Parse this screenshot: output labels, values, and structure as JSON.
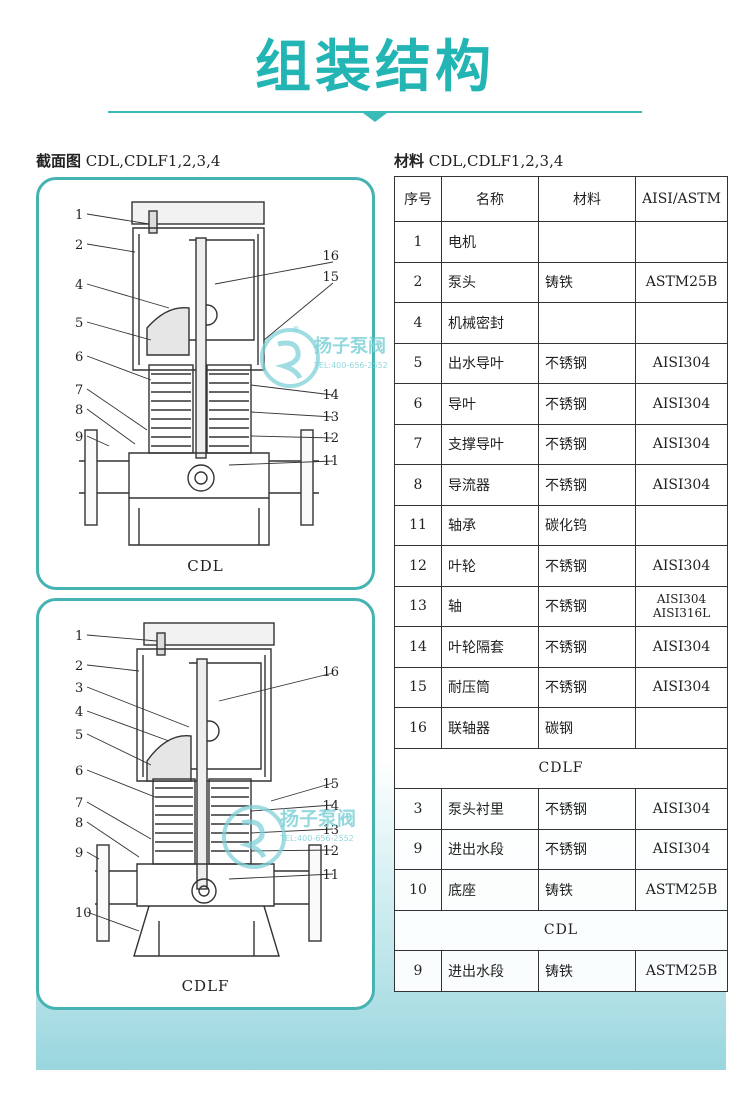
{
  "page_title": "组装结构",
  "left_section": {
    "label": "截面图",
    "models": "CDL,CDLF1,2,3,4"
  },
  "right_section": {
    "label": "材料",
    "models": "CDL,CDLF1,2,3,4"
  },
  "diagram_cdl": {
    "caption": "CDL",
    "callouts_left": [
      "1",
      "2",
      "4",
      "5",
      "6",
      "7",
      "8",
      "9"
    ],
    "callouts_right": [
      "16",
      "15",
      "14",
      "13",
      "12",
      "11"
    ]
  },
  "diagram_cdlf": {
    "caption": "CDLF",
    "callouts_left": [
      "1",
      "2",
      "3",
      "4",
      "5",
      "6",
      "7",
      "8",
      "9",
      "10"
    ],
    "callouts_right": [
      "16",
      "15",
      "14",
      "13",
      "12",
      "11"
    ]
  },
  "watermark": {
    "brand": "扬子泵阀",
    "tel": "TEL:400-656-2552",
    "mark": "®"
  },
  "colors": {
    "accent": "#22b5b3",
    "border": "#44b3b2"
  },
  "table": {
    "headers": [
      "序号",
      "名称",
      "材料",
      "AISI/ASTM"
    ],
    "rows": [
      {
        "no": "1",
        "name": "电机",
        "material": "",
        "std": ""
      },
      {
        "no": "2",
        "name": "泵头",
        "material": "铸铁",
        "std": "ASTM25B"
      },
      {
        "no": "4",
        "name": "机械密封",
        "material": "",
        "std": ""
      },
      {
        "no": "5",
        "name": "出水导叶",
        "material": "不锈钢",
        "std": "AISI304"
      },
      {
        "no": "6",
        "name": "导叶",
        "material": "不锈钢",
        "std": "AISI304"
      },
      {
        "no": "7",
        "name": "支撑导叶",
        "material": "不锈钢",
        "std": "AISI304"
      },
      {
        "no": "8",
        "name": "导流器",
        "material": "不锈钢",
        "std": "AISI304"
      },
      {
        "no": "11",
        "name": "轴承",
        "material": "碳化钨",
        "std": ""
      },
      {
        "no": "12",
        "name": "叶轮",
        "material": "不锈钢",
        "std": "AISI304"
      },
      {
        "no": "13",
        "name": "轴",
        "material": "不锈钢",
        "std": "AISI304",
        "std2": "AISI316L"
      },
      {
        "no": "14",
        "name": "叶轮隔套",
        "material": "不锈钢",
        "std": "AISI304"
      },
      {
        "no": "15",
        "name": "耐压筒",
        "material": "不锈钢",
        "std": "AISI304"
      },
      {
        "no": "16",
        "name": "联轴器",
        "material": "碳钢",
        "std": ""
      }
    ],
    "group_cdlf": "CDLF",
    "rows_cdlf": [
      {
        "no": "3",
        "name": "泵头衬里",
        "material": "不锈钢",
        "std": "AISI304"
      },
      {
        "no": "9",
        "name": "进出水段",
        "material": "不锈钢",
        "std": "AISI304"
      },
      {
        "no": "10",
        "name": "底座",
        "material": "铸铁",
        "std": "ASTM25B"
      }
    ],
    "group_cdl": "CDL",
    "rows_cdl": [
      {
        "no": "9",
        "name": "进出水段",
        "material": "铸铁",
        "std": "ASTM25B"
      }
    ]
  }
}
